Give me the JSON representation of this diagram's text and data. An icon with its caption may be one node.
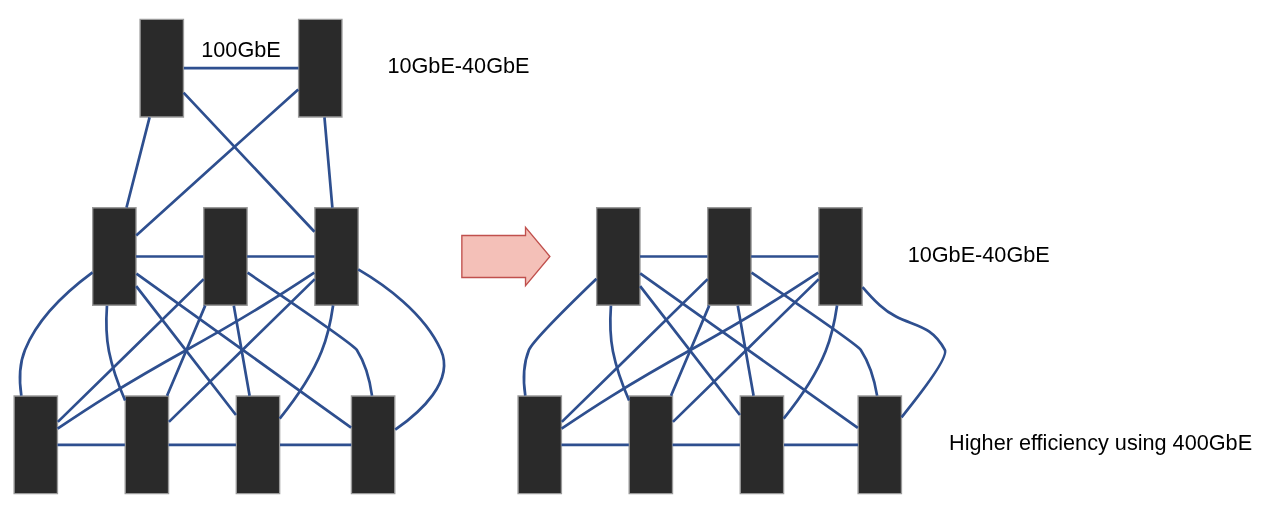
{
  "diagram": {
    "nodes": [
      {
        "text": [],
        "shape": "box"
      },
      {
        "text": [],
        "shape": "box"
      },
      {
        "text": [],
        "shape": "box"
      },
      {
        "text": [],
        "shape": "box"
      },
      {
        "text": [],
        "shape": "box"
      },
      {
        "text": [],
        "shape": "box"
      },
      {
        "text": [],
        "shape": "box"
      },
      {
        "text": [],
        "shape": "box"
      },
      {
        "text": [],
        "shape": "box"
      },
      {
        "text": [],
        "shape": "arrow"
      },
      {
        "text": [],
        "shape": "box"
      },
      {
        "text": [],
        "shape": "box"
      },
      {
        "text": [],
        "shape": "box"
      },
      {
        "text": [],
        "shape": "box"
      },
      {
        "text": [],
        "shape": "box"
      },
      {
        "text": [],
        "shape": "box"
      },
      {
        "text": [],
        "shape": "box"
      }
    ],
    "edges": [
      {
        "from": 0,
        "to": 1,
        "arrow": "none",
        "label": "100GbE"
      },
      {
        "from": 0,
        "to": 2,
        "arrow": "none"
      },
      {
        "from": 0,
        "to": 4,
        "arrow": "none"
      },
      {
        "from": 1,
        "to": 2,
        "arrow": "none"
      },
      {
        "from": 1,
        "to": 4,
        "arrow": "none"
      },
      {
        "from": 2,
        "to": 3,
        "arrow": "none"
      },
      {
        "from": 3,
        "to": 4,
        "arrow": "none"
      },
      {
        "from": 2,
        "to": 5,
        "arrow": "none"
      },
      {
        "from": 2,
        "to": 6,
        "arrow": "none"
      },
      {
        "from": 2,
        "to": 7,
        "arrow": "none"
      },
      {
        "from": 2,
        "to": 8,
        "arrow": "none"
      },
      {
        "from": 3,
        "to": 5,
        "arrow": "none"
      },
      {
        "from": 3,
        "to": 6,
        "arrow": "none"
      },
      {
        "from": 3,
        "to": 7,
        "arrow": "none"
      },
      {
        "from": 3,
        "to": 8,
        "arrow": "none"
      },
      {
        "from": 4,
        "to": 5,
        "arrow": "none"
      },
      {
        "from": 4,
        "to": 6,
        "arrow": "none"
      },
      {
        "from": 4,
        "to": 7,
        "arrow": "none"
      },
      {
        "from": 4,
        "to": 8,
        "arrow": "none"
      },
      {
        "from": 5,
        "to": 6,
        "arrow": "none"
      },
      {
        "from": 6,
        "to": 7,
        "arrow": "none"
      },
      {
        "from": 7,
        "to": 8,
        "arrow": "none"
      },
      {
        "from": 10,
        "to": 11,
        "arrow": "none"
      },
      {
        "from": 11,
        "to": 12,
        "arrow": "none"
      },
      {
        "from": 10,
        "to": 13,
        "arrow": "none"
      },
      {
        "from": 10,
        "to": 14,
        "arrow": "none"
      },
      {
        "from": 10,
        "to": 15,
        "arrow": "none"
      },
      {
        "from": 10,
        "to": 16,
        "arrow": "none"
      },
      {
        "from": 11,
        "to": 13,
        "arrow": "none"
      },
      {
        "from": 11,
        "to": 14,
        "arrow": "none"
      },
      {
        "from": 11,
        "to": 15,
        "arrow": "none"
      },
      {
        "from": 11,
        "to": 16,
        "arrow": "none"
      },
      {
        "from": 12,
        "to": 13,
        "arrow": "none"
      },
      {
        "from": 12,
        "to": 14,
        "arrow": "none"
      },
      {
        "from": 12,
        "to": 15,
        "arrow": "none"
      },
      {
        "from": 12,
        "to": 16,
        "arrow": "none"
      },
      {
        "from": 13,
        "to": 14,
        "arrow": "none"
      },
      {
        "from": 14,
        "to": 15,
        "arrow": "none"
      },
      {
        "from": 15,
        "to": 16,
        "arrow": "none"
      }
    ],
    "labels": [
      "10GbE-40GbE",
      "10GbE-40GbE",
      "Higher efficiency using 400GbE"
    ]
  }
}
